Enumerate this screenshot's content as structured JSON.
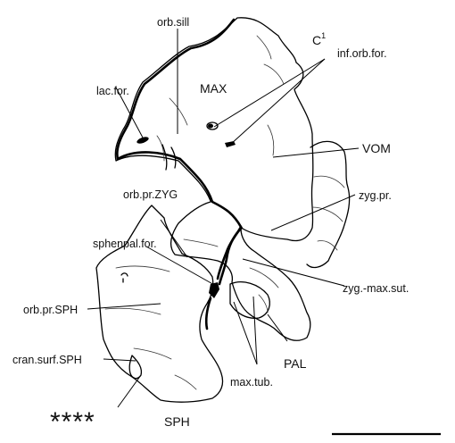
{
  "labels": {
    "c1": "C",
    "c1_sup": "1",
    "orb_sill": "orb.sill",
    "inf_orb_for": "inf.orb.for.",
    "max": "MAX",
    "lac_for": "lac.for.",
    "vom": "VOM",
    "orb_pr_zyg": "orb.pr.ZYG",
    "zyg_pr": "zyg.pr.",
    "sphenpal_for": "sphenpal.for.",
    "zyg_max_sut": "zyg.-max.sut.",
    "orb_pr_sph": "orb.pr.SPH",
    "cran_surf_sph": "cran.surf.SPH",
    "pal": "PAL",
    "max_tub": "max.tub.",
    "sph": "SPH",
    "stars": "****"
  },
  "colors": {
    "ink": "#000000",
    "paper": "#ffffff"
  },
  "scale_bar": {
    "label": ""
  }
}
